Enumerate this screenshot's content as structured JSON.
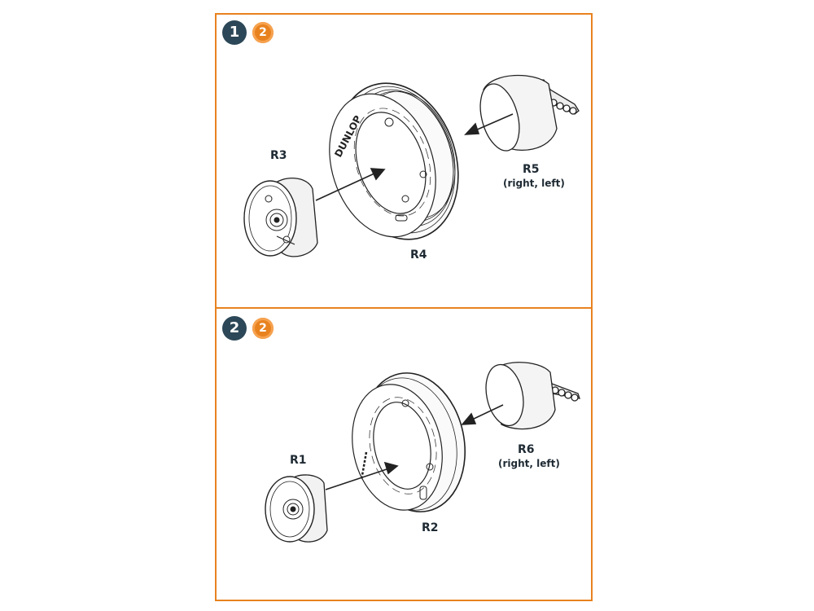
{
  "steps": [
    {
      "number": "1",
      "badge": "2",
      "parts": {
        "hub": "R3",
        "tire": "R4",
        "cover": "R5",
        "cover_note": "(right, left)",
        "tire_text": "DUNLOP"
      }
    },
    {
      "number": "2",
      "badge": "2",
      "parts": {
        "hub": "R1",
        "tire": "R2",
        "cover": "R6",
        "cover_note": "(right, left)"
      }
    }
  ],
  "colors": {
    "frame": "#e8821f",
    "step_circle": "#2c4757",
    "line": "#222222"
  },
  "icons": [
    "step-number-icon",
    "paint-badge-icon",
    "arrow-icon"
  ]
}
